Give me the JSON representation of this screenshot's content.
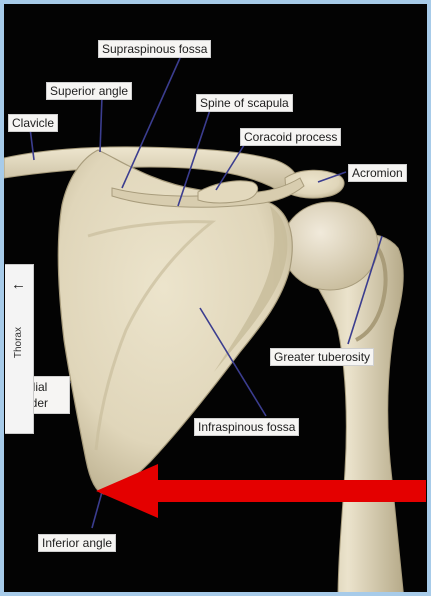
{
  "frame": {
    "border_color": "#a7cbe9",
    "background_color": "#030303"
  },
  "labels": {
    "supraspinous_fossa": "Supraspinous fossa",
    "superior_angle": "Superior angle",
    "spine_of_scapula": "Spine of scapula",
    "clavicle": "Clavicle",
    "coracoid_process": "Coracoid process",
    "acromion": "Acromion",
    "greater_tuberosity": "Greater tuberosity",
    "medial_border": "Medial Border",
    "infraspinous_fossa": "Infraspinous fossa",
    "inferior_angle": "Inferior angle"
  },
  "side_tab": {
    "arrow_icon": "left-arrow-icon",
    "label": "Thorax"
  },
  "colors": {
    "bone": "#e5dcc2",
    "bone_shadow": "#bfb394",
    "leader_line": "#3b3d8f",
    "pointer_arrow": "#e40000"
  }
}
